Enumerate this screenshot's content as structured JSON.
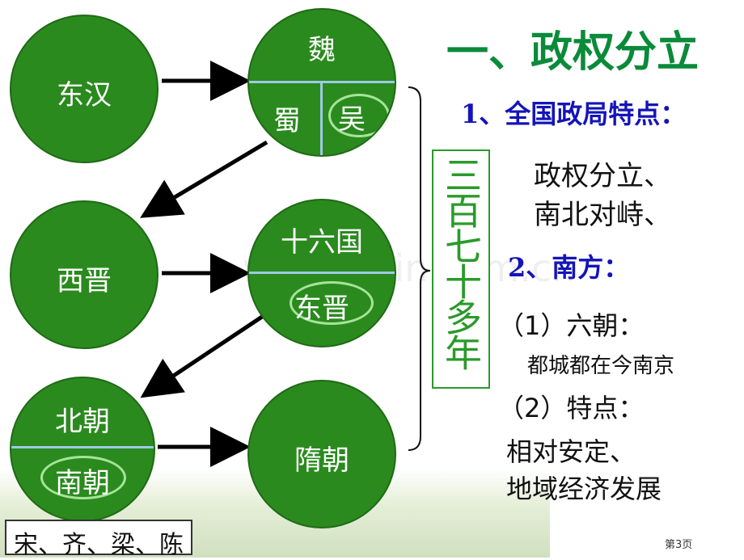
{
  "nodes": {
    "donghan": "东汉",
    "wei": "魏",
    "shu": "蜀",
    "wu": "吴",
    "xijin": "西晋",
    "shiliuguo": "十六国",
    "dongjin": "东晋",
    "beichao": "北朝",
    "nanchao": "南朝",
    "suichao": "隋朝"
  },
  "brace_label": "三百七十多年",
  "southern_dynasties": "宋、齐、梁、陈",
  "content": {
    "title": "一、政权分立",
    "section1_heading": "1、全国政局特点：",
    "section1_line1": "政权分立、",
    "section1_line2": "南北对峙、",
    "section2_heading": "2、南方：",
    "sub1_heading": "（1）六朝：",
    "sub1_text": "都城都在今南京",
    "sub2_heading": "（2）特点：",
    "sub2_line1": "相对安定、",
    "sub2_line2": "地域经济发展"
  },
  "watermark": "www.zixin.com.cn",
  "page_number": "第3页",
  "colors": {
    "circle_fill": "#2a8a1e",
    "divider": "#9ec9e6",
    "highlight_oval": "#a7e39a",
    "title_green": "#0a8a3a",
    "heading_blue": "#1414b8",
    "vertical_label_green": "#2a9a2a"
  }
}
